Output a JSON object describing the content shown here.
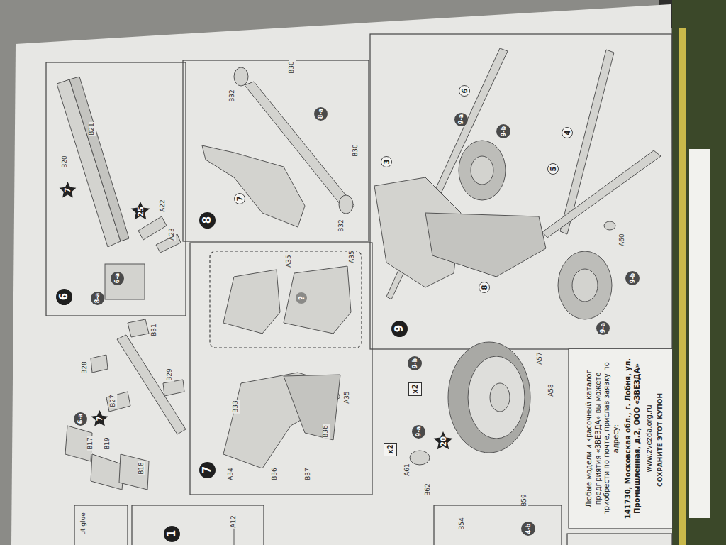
{
  "diagram": {
    "nodes": [
      {
        "text": [
          "6"
        ]
      },
      {
        "text": [
          "7"
        ]
      },
      {
        "text": [
          "25"
        ]
      },
      {
        "text": [
          "6-a"
        ]
      },
      {
        "text": [
          "6-a"
        ]
      },
      {
        "text": [
          "7"
        ]
      },
      {
        "text": [
          "8-a"
        ]
      },
      {
        "text": [
          "8"
        ]
      },
      {
        "text": [
          "8-a"
        ]
      },
      {
        "text": [
          "7"
        ]
      },
      {
        "text": [
          "7"
        ]
      },
      {
        "text": [
          "?"
        ]
      },
      {
        "text": [
          "9"
        ]
      },
      {
        "text": [
          "6"
        ]
      },
      {
        "text": [
          "3"
        ]
      },
      {
        "text": [
          "9-a"
        ]
      },
      {
        "text": [
          "9-b"
        ]
      },
      {
        "text": [
          "4"
        ]
      },
      {
        "text": [
          "5"
        ]
      },
      {
        "text": [
          "9-b"
        ]
      },
      {
        "text": [
          "8"
        ]
      },
      {
        "text": [
          "9-a"
        ]
      },
      {
        "text": [
          "9-b"
        ]
      },
      {
        "text": [
          "x2"
        ]
      },
      {
        "text": [
          "9-a"
        ]
      },
      {
        "text": [
          "x2"
        ]
      },
      {
        "text": [
          "20"
        ]
      },
      {
        "text": [
          "4-b"
        ]
      },
      {
        "text": [
          "1"
        ]
      },
      {
        "text": [
          "Любые модели и красочный каталог предприятия «ЗВЕЗДА» вы можете приобрести по почте, прислав заявку по адресу:",
          "141730, Московская обл., г. Лобня, ул. Промышленная, д.2, ООО «ЗВЕЗДА»",
          "www.zvezda.org.ru"
        ]
      }
    ],
    "labels": [
      "B20",
      "B21",
      "A22",
      "A23",
      "B17",
      "B19",
      "B18",
      "B28",
      "B27",
      "B31",
      "B29",
      "B32",
      "B30",
      "B30",
      "B32",
      "A35",
      "A35",
      "B33",
      "A35",
      "B36",
      "A34",
      "B36",
      "B37",
      "A60",
      "A57",
      "A58",
      "B59",
      "A61",
      "B62",
      "A12",
      "B54",
      "ut glue",
      "СОХРАНИТЕ ЭТОТ КУПОН"
    ]
  }
}
